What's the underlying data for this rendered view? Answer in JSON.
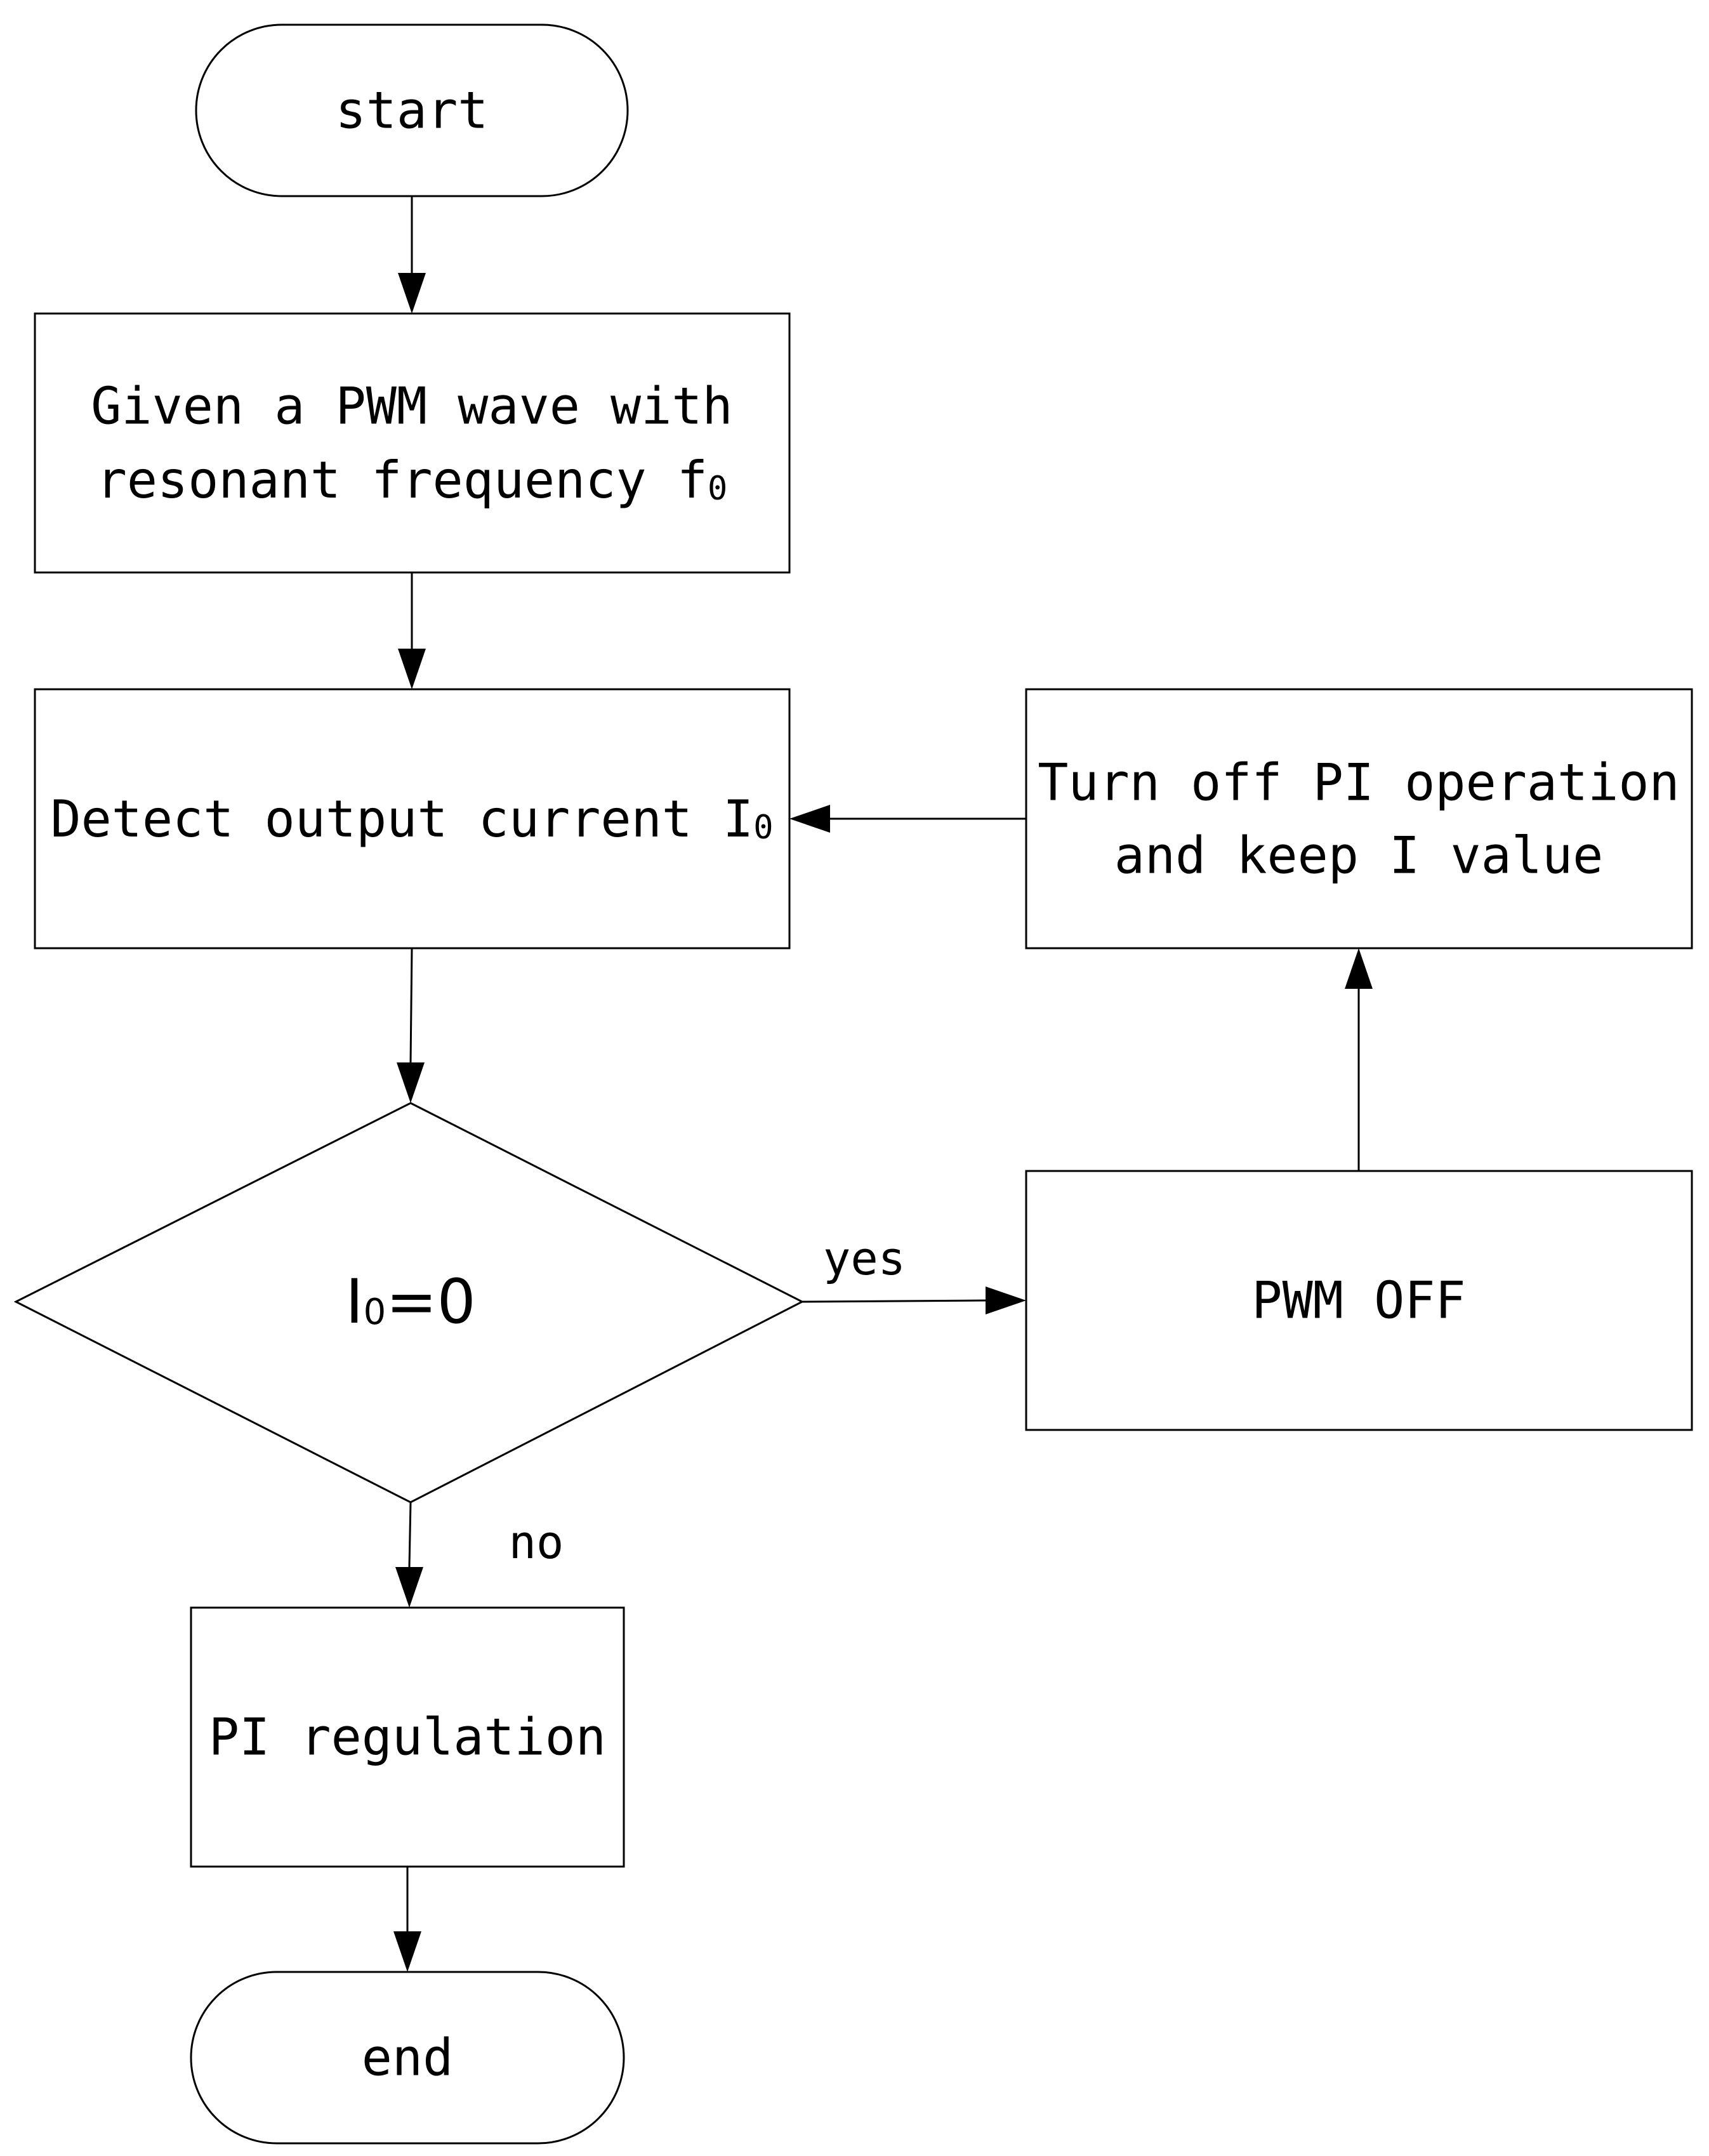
{
  "diagram": {
    "nodes": {
      "start": {
        "label": "start"
      },
      "given_pwm": {
        "line1": "Given a PWM wave with",
        "line2": "resonant frequency f",
        "line2_sub": "0"
      },
      "detect_current": {
        "text": "Detect output current I",
        "sub": "0"
      },
      "decision": {
        "text_before": "I",
        "sub": "0",
        "text_after": "=0"
      },
      "pi_regulation": {
        "label": "PI regulation"
      },
      "end": {
        "label": "end"
      },
      "pwm_off": {
        "label": "PWM OFF"
      },
      "turn_off_pi": {
        "line1": "Turn off PI operation",
        "line2": "and keep I value"
      }
    },
    "edges": {
      "yes_label": "yes",
      "no_label": "no"
    }
  }
}
